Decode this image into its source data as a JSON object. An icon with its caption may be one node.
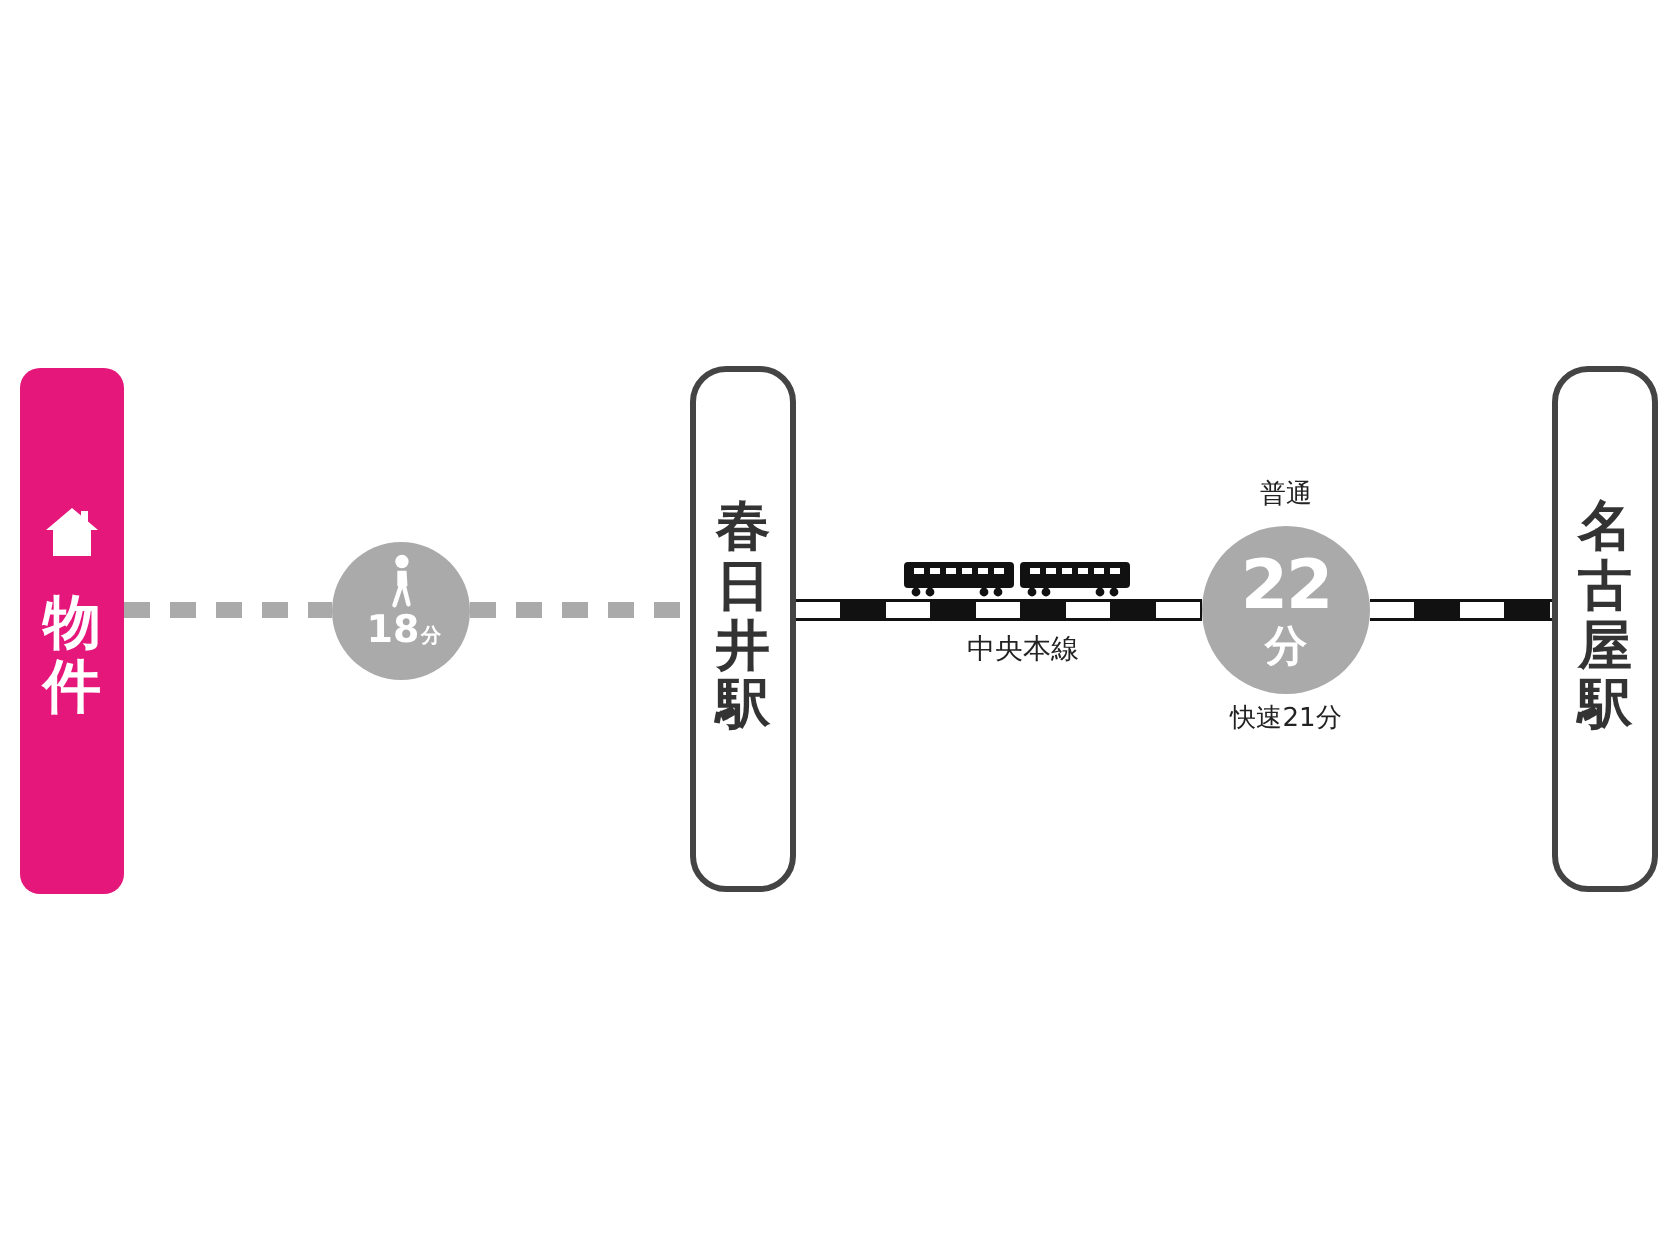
{
  "diagram": {
    "nodes": [
      {
        "text": [
          "物件"
        ]
      },
      {
        "text": [
          "18",
          "分"
        ]
      },
      {
        "text": [
          "春日井駅"
        ]
      },
      {
        "text": [
          "22",
          "分"
        ],
        "beside": [
          "普通",
          "快速21分"
        ]
      },
      {
        "text": [
          "名古屋駅"
        ]
      }
    ],
    "edges": [
      {
        "from": 0,
        "to": 1,
        "arrow": "none",
        "style": "dashed",
        "color": "#aaaaaa"
      },
      {
        "from": 1,
        "to": 2,
        "arrow": "none",
        "style": "dashed",
        "color": "#aaaaaa"
      },
      {
        "from": 2,
        "to": 3,
        "arrow": "none",
        "label": "中央本線"
      },
      {
        "from": 3,
        "to": 4,
        "arrow": "none"
      }
    ]
  }
}
